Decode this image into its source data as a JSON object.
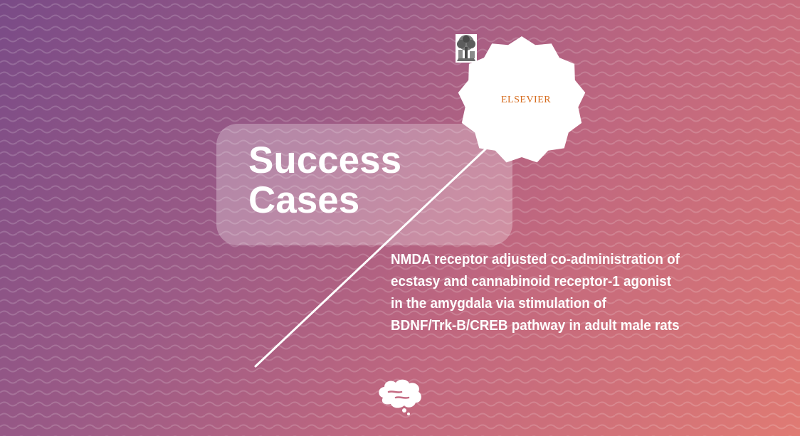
{
  "colors": {
    "gradient_start": "#7a4b87",
    "gradient_end": "#e07a73",
    "text": "#ffffff",
    "publisher_orange": "#d66b1d"
  },
  "heading": {
    "line1": "Success",
    "line2": "Cases"
  },
  "publisher": {
    "name": "ELSEVIER",
    "icon": "elsevier-tree-logo"
  },
  "article": {
    "lines": [
      "NMDA receptor adjusted co-administration of",
      "ecstasy and cannabinoid receptor-1 agonist",
      "in the amygdala via stimulation of",
      "BDNF/Trk-B/CREB pathway in adult male rats"
    ]
  },
  "brand": {
    "icon": "brain-logo-icon"
  }
}
